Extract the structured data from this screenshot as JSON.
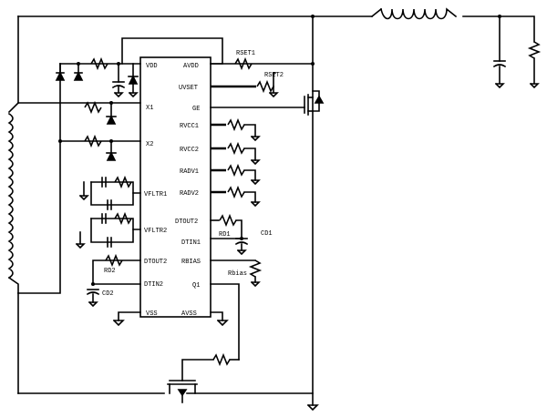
{
  "chip": {
    "left_pins": [
      "VDD",
      "X1",
      "X2",
      "VFLTR1",
      "VFLTR2",
      "DTOUT2",
      "DTIN2",
      "VSS"
    ],
    "right_pins": [
      "AVDD",
      "UVSET",
      "GE",
      "RVCC1",
      "RVCC2",
      "RADV1",
      "RADV2",
      "DTOUT2",
      "DTIN1",
      "RBIAS",
      "Q1",
      "AVSS"
    ]
  },
  "labels": {
    "rset1": "RSET1",
    "rset2": "RSET2",
    "rd1": "RD1",
    "cd1": "CD1",
    "rd2": "RD2",
    "cd2": "CD2",
    "rbias": "Rbias"
  }
}
